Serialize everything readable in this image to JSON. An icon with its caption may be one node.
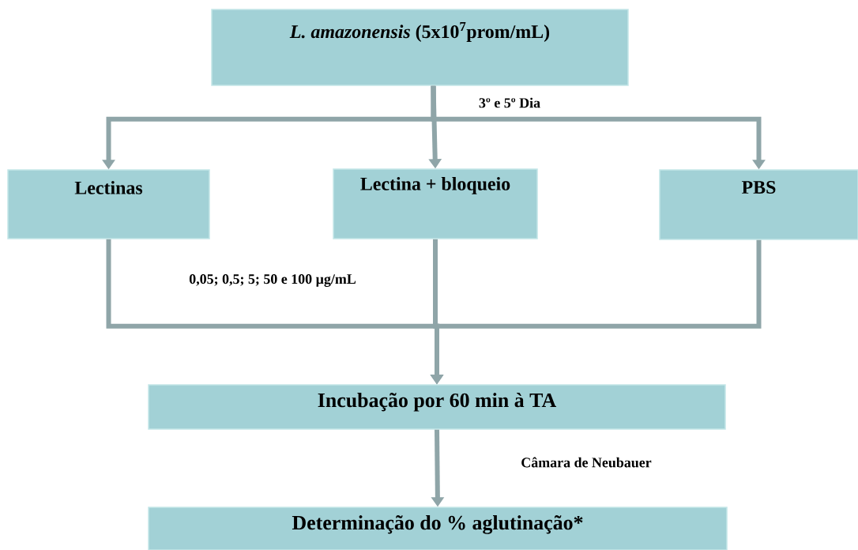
{
  "diagram": {
    "nodes": [
      {
        "text": [
          "*L. amazonensis* (5x10$^{7}$prom/mL)"
        ]
      },
      {
        "text": [
          "Lectinas"
        ]
      },
      {
        "text": [
          "Lectina + bloqueio"
        ]
      },
      {
        "text": [
          "PBS"
        ]
      },
      {
        "text": [
          "Incubação por 60 min à TA"
        ]
      },
      {
        "text": [
          "Determinação do % aglutinação*"
        ]
      }
    ],
    "edges": [
      {
        "from": 0,
        "to": 1,
        "arrow": "to"
      },
      {
        "from": 0,
        "to": 2,
        "arrow": "to"
      },
      {
        "from": 0,
        "to": 3,
        "arrow": "to"
      },
      {
        "from": 1,
        "to": 4,
        "arrow": "to"
      },
      {
        "from": 2,
        "to": 4,
        "arrow": "to"
      },
      {
        "from": 3,
        "to": 4,
        "arrow": "to"
      },
      {
        "from": 4,
        "to": 5,
        "arrow": "to"
      }
    ],
    "labels": [
      "3º e 5º Dia",
      "0,05; 0,5; 5; 50 e 100 µg/mL",
      "Câmara de Neubauer"
    ]
  }
}
